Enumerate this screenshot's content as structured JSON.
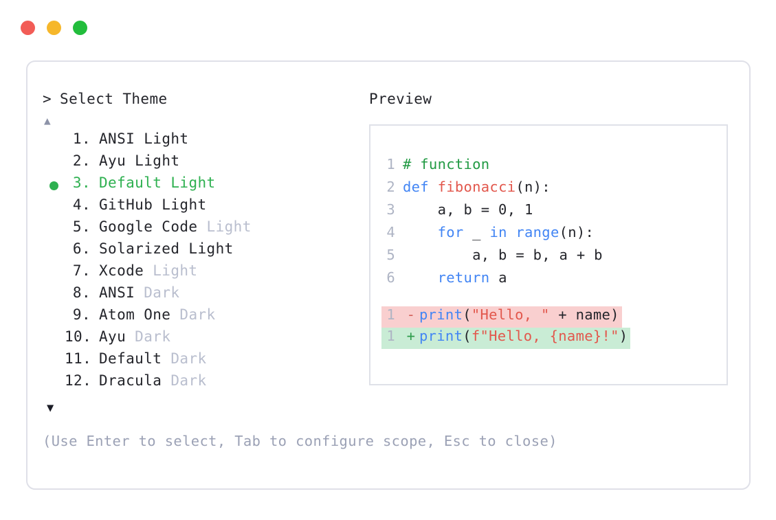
{
  "window": {
    "traffic_lights": [
      {
        "name": "close",
        "color": "#f25c56"
      },
      {
        "name": "minimize",
        "color": "#f6b72b"
      },
      {
        "name": "maximize",
        "color": "#22bd3c"
      }
    ]
  },
  "left": {
    "prompt_caret": ">",
    "prompt_label": "Select Theme",
    "scroll_up_icon": "▲",
    "scroll_down_icon": "▼",
    "selected_index": 3,
    "items": [
      {
        "index": "1.",
        "name": "ANSI",
        "suffix": " Light",
        "suffix_muted": false
      },
      {
        "index": "2.",
        "name": "Ayu",
        "suffix": " Light",
        "suffix_muted": false
      },
      {
        "index": "3.",
        "name": "Default",
        "suffix": " Light",
        "suffix_muted": false
      },
      {
        "index": "4.",
        "name": "GitHub",
        "suffix": " Light",
        "suffix_muted": false
      },
      {
        "index": "5.",
        "name": "Google Code",
        "suffix": " Light",
        "suffix_muted": true
      },
      {
        "index": "6.",
        "name": "Solarized",
        "suffix": " Light",
        "suffix_muted": false
      },
      {
        "index": "7.",
        "name": "Xcode",
        "suffix": " Light",
        "suffix_muted": true
      },
      {
        "index": "8.",
        "name": "ANSI",
        "suffix": " Dark",
        "suffix_muted": true
      },
      {
        "index": "9.",
        "name": "Atom One",
        "suffix": " Dark",
        "suffix_muted": true
      },
      {
        "index": "10.",
        "name": "Ayu",
        "suffix": " Dark",
        "suffix_muted": true
      },
      {
        "index": "11.",
        "name": "Default",
        "suffix": " Dark",
        "suffix_muted": true
      },
      {
        "index": "12.",
        "name": "Dracula",
        "suffix": " Dark",
        "suffix_muted": true
      }
    ],
    "footer_hint": "(Use Enter to select, Tab to configure scope, Esc to close)"
  },
  "right": {
    "preview_label": "Preview",
    "code_lines": [
      {
        "ln": "1",
        "tokens": [
          {
            "t": "# function",
            "c": "comment"
          }
        ]
      },
      {
        "ln": "2",
        "tokens": [
          {
            "t": "def ",
            "c": "kw"
          },
          {
            "t": "fibonacci",
            "c": "fn"
          },
          {
            "t": "(n):",
            "c": "plain"
          }
        ]
      },
      {
        "ln": "3",
        "tokens": [
          {
            "t": "    a, b = 0, 1",
            "c": "plain"
          }
        ]
      },
      {
        "ln": "4",
        "tokens": [
          {
            "t": "    ",
            "c": "plain"
          },
          {
            "t": "for",
            "c": "kw"
          },
          {
            "t": " _ ",
            "c": "plain"
          },
          {
            "t": "in range",
            "c": "kw"
          },
          {
            "t": "(n):",
            "c": "plain"
          }
        ]
      },
      {
        "ln": "5",
        "tokens": [
          {
            "t": "        a, b = b, a + b",
            "c": "plain"
          }
        ]
      },
      {
        "ln": "6",
        "tokens": [
          {
            "t": "    ",
            "c": "plain"
          },
          {
            "t": "return",
            "c": "kw"
          },
          {
            "t": " a",
            "c": "plain"
          }
        ]
      }
    ],
    "diff_lines": [
      {
        "ln": "1",
        "mark": "-",
        "kind": "del",
        "tokens": [
          {
            "t": "print",
            "c": "kw"
          },
          {
            "t": "(",
            "c": "plain"
          },
          {
            "t": "\"Hello, \"",
            "c": "str"
          },
          {
            "t": " + name)",
            "c": "plain"
          }
        ]
      },
      {
        "ln": "1",
        "mark": "+",
        "kind": "add",
        "tokens": [
          {
            "t": "print",
            "c": "kw"
          },
          {
            "t": "(",
            "c": "plain"
          },
          {
            "t": "f\"Hello, {name}!\"",
            "c": "str"
          },
          {
            "t": ")",
            "c": "plain"
          }
        ]
      }
    ]
  },
  "colors": {
    "accent_green": "#2eb050",
    "muted_text": "#b9bece",
    "hint_text": "#9ba1b5",
    "border": "#dfe0e8",
    "diff_del_bg": "#f9cfcf",
    "diff_add_bg": "#c9ecd5"
  }
}
